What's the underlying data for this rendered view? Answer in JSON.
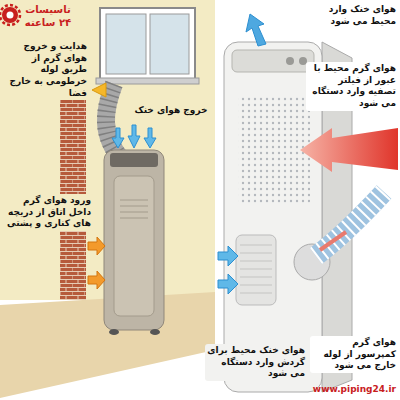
{
  "diagram": {
    "labels": [
      "تاسیسات ۲۴ ساعته",
      "هدایت و خروج هوای گرم از طریق لوله خرطومی به خارج فضا",
      "خروج هوای خنک",
      "ورود هوای گرم داخل اتاق از دریچه های کناری و پشتی",
      "هوای خنک وارد محیط می شود",
      "هوای گرم محیط با عبور از فیلتر تصفیه وارد دستگاه می شود",
      "هوای خنک محیط برای گردش وارد دستگاه می شود",
      "هوای گرم کمپرسور از لوله خارج می شود",
      "www.piping24.ir"
    ]
  }
}
